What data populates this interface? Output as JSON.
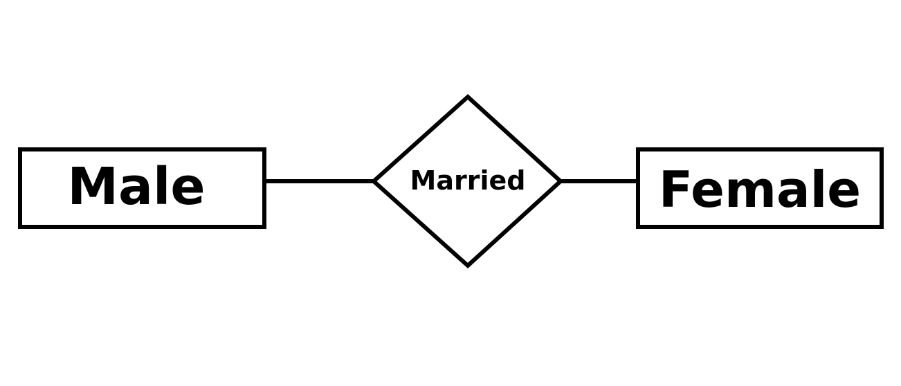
{
  "entities": [
    {
      "id": "male",
      "label": "Male"
    },
    {
      "id": "female",
      "label": "Female"
    }
  ],
  "relationship": {
    "id": "married",
    "label": "Married"
  },
  "connections": [
    {
      "from": "male",
      "to": "married"
    },
    {
      "from": "married",
      "to": "female"
    }
  ],
  "colors": {
    "stroke": "#000000",
    "fill": "#ffffff",
    "text": "#000000"
  }
}
